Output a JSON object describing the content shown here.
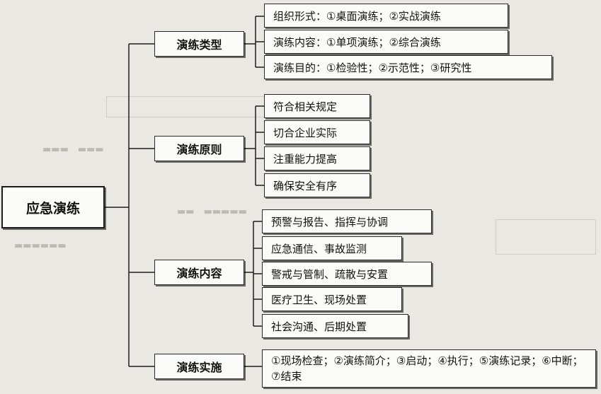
{
  "root": {
    "label": "应急演练"
  },
  "branches": [
    {
      "label": "演练类型",
      "items": [
        "组织形式：①桌面演练；②实战演练",
        "演练内容：①单项演练；②综合演练",
        "演练目的：①检验性；②示范性；③研究性"
      ]
    },
    {
      "label": "演练原则",
      "items": [
        "符合相关规定",
        "切合企业实际",
        "注重能力提高",
        "确保安全有序"
      ]
    },
    {
      "label": "演练内容",
      "items": [
        "预警与报告、指挥与协调",
        "应急通信、事故监测",
        "警戒与管制、疏散与安置",
        "医疗卫生、现场处置",
        "社会沟通、后期处置"
      ]
    },
    {
      "label": "演练实施",
      "items": [
        "①现场检查；②演练简介；③启动；④执行；⑤演练记录；⑥中断；⑦结束"
      ]
    }
  ]
}
